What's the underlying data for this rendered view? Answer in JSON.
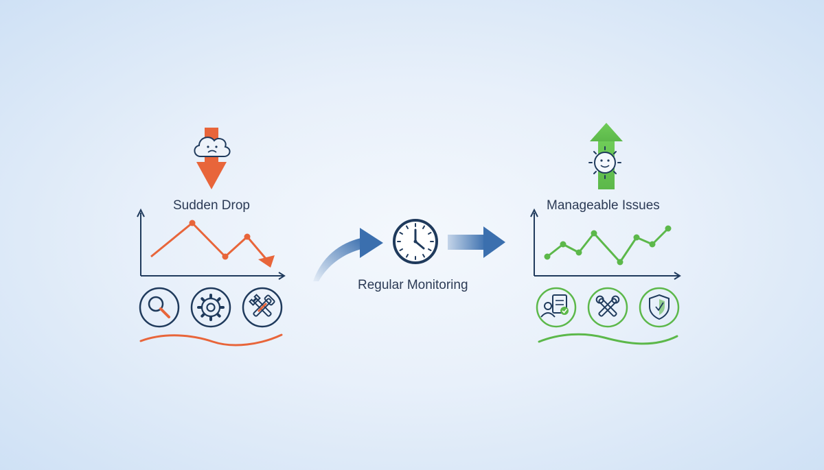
{
  "left_panel": {
    "title": "Sudden Drop",
    "trend": "down",
    "accent_color": "#e8653a",
    "icons": [
      "search-icon",
      "gear-icon",
      "tools-icon"
    ]
  },
  "center": {
    "label": "Regular Monitoring",
    "accent_color": "#3b6fae",
    "icon": "clock-icon"
  },
  "right_panel": {
    "title": "Manageable Issues",
    "trend": "up",
    "accent_color": "#5cb84a",
    "icons": [
      "checklist-user-icon",
      "tools-icon",
      "shield-icon"
    ]
  },
  "colors": {
    "outline": "#1f3a5c",
    "red_accent": "#e8653a",
    "green_accent": "#5cb84a",
    "blue_arrow": "#3b6fae"
  }
}
